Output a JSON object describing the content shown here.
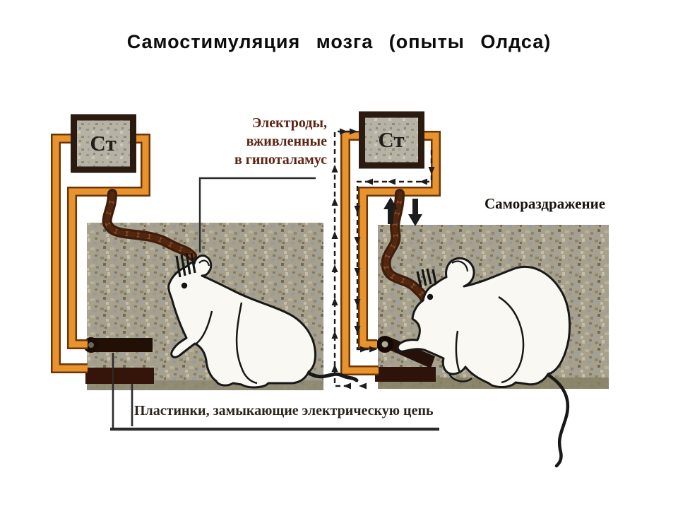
{
  "title": "Самостимуляция мозга (опыты Олдса)",
  "boxes": {
    "left_label": "Ст",
    "right_label": "Ст"
  },
  "labels": {
    "electrodes_line1": "Электроды,",
    "electrodes_line2": "вживленные",
    "electrodes_line3": "в гипоталамус",
    "self_stimulation": "Самораздражение",
    "plates": "Пластинки, замыкающие электрическую цепь"
  },
  "colors": {
    "wire_orange": "#e7942e",
    "wire_outline": "#6e3406",
    "box_border": "#2b1a10",
    "panel_base": "#a6a08d",
    "electrode_label_red": "#5e2413",
    "ink": "#1c1c1c",
    "plate_dark": "#241008"
  }
}
